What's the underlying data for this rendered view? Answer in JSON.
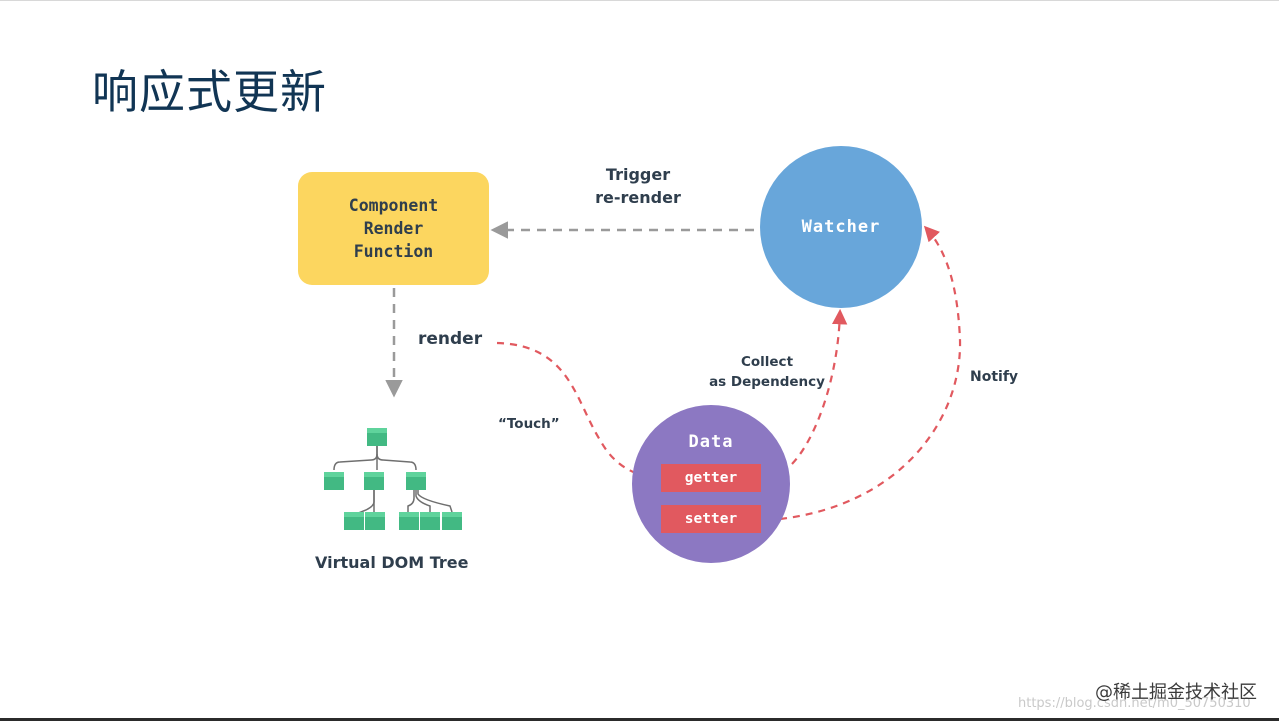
{
  "slide": {
    "title": "响应式更新"
  },
  "diagram": {
    "render_function": {
      "label": "Component\nRender\nFunction",
      "color": "#fcd65f"
    },
    "watcher": {
      "label": "Watcher",
      "color": "#68a6da"
    },
    "data": {
      "label": "Data",
      "color": "#8c78c2",
      "getter_label": "getter",
      "setter_label": "setter",
      "pill_color": "#e1595f"
    },
    "edges": {
      "trigger": "Trigger\nre-render",
      "render": "render",
      "collect": "Collect\nas Dependency",
      "touch": "“Touch”",
      "notify": "Notify"
    },
    "vdom": {
      "label": "Virtual DOM Tree",
      "node_color": "#42b983"
    },
    "arrow_colors": {
      "gray": "#9a9a9a",
      "red": "#e1595f"
    }
  },
  "watermark": {
    "brand": "@稀土掘金技术社区",
    "url": "https://blog.csdn.net/m0_50750310"
  }
}
